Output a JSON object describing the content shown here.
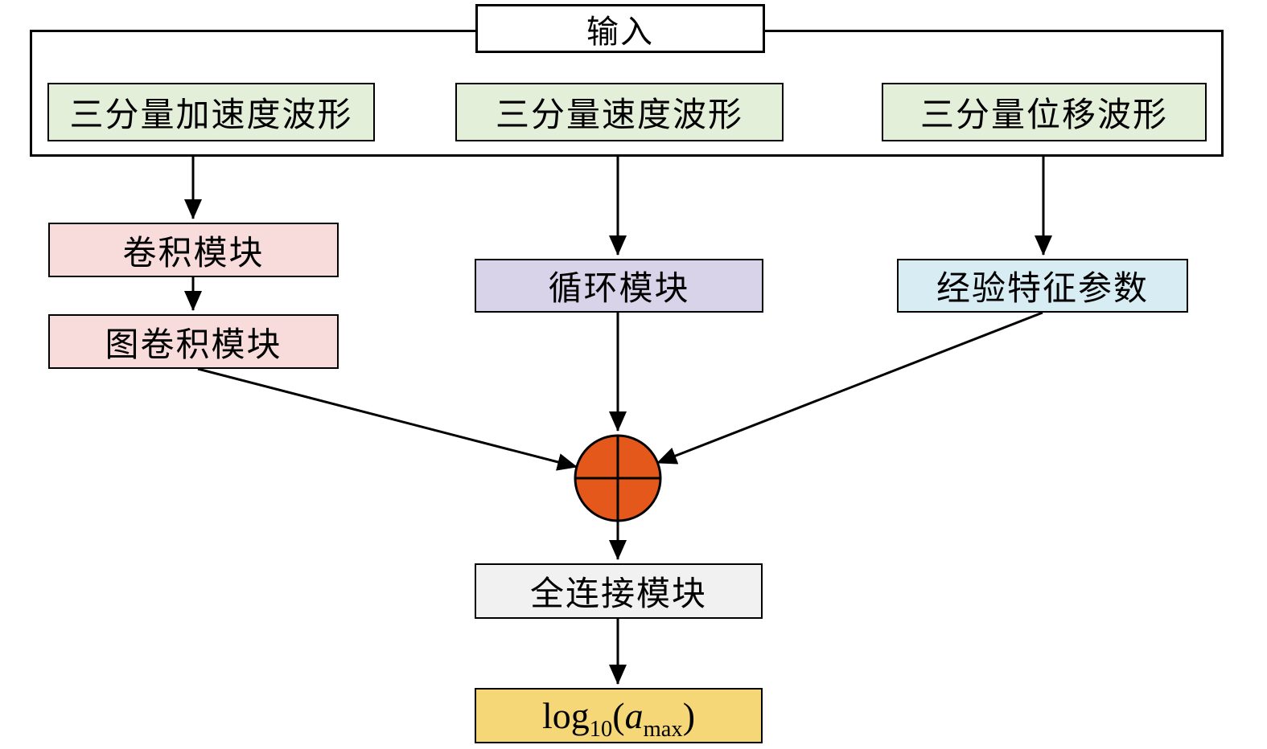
{
  "nodes": {
    "input": {
      "label": "输入"
    },
    "acceleration": {
      "label": "三分量加速度波形"
    },
    "velocity": {
      "label": "三分量速度波形"
    },
    "displacement": {
      "label": "三分量位移波形"
    },
    "conv": {
      "label": "卷积模块"
    },
    "graph_conv": {
      "label": "图卷积模块"
    },
    "recurrent": {
      "label": "循环模块"
    },
    "empirical": {
      "label": "经验特征参数"
    },
    "fusion": {
      "icon": "circle-plus"
    },
    "fully_connected": {
      "label": "全连接模块"
    },
    "output": {
      "func": "log",
      "base": "10",
      "open": "(",
      "variable": "a",
      "subscript": "max",
      "close": ")"
    }
  },
  "colors": {
    "input_bg": "#ffffff",
    "waveform_bg": "#e4efd9",
    "conv_bg": "#f8dcdb",
    "graph_conv_bg": "#f8dcdb",
    "recurrent_bg": "#d9d3e9",
    "empirical_bg": "#d7edf3",
    "fully_connected_bg": "#f1f1f1",
    "output_bg": "#f6d778",
    "fusion_fill": "#e4581c",
    "edge_color": "#000000"
  }
}
